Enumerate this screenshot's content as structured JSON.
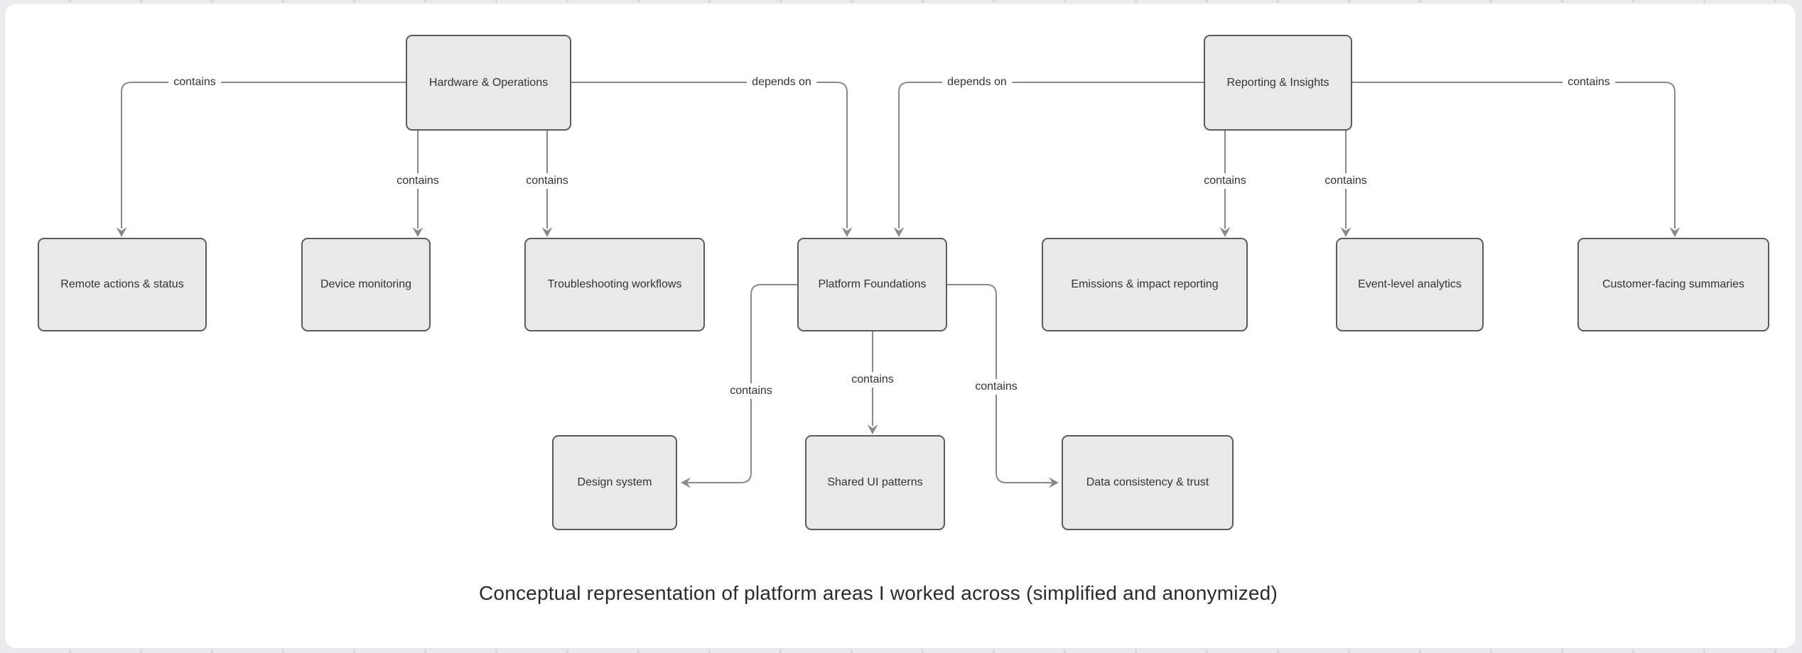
{
  "diagram": {
    "caption": "Conceptual representation of platform areas I worked across (simplified and anonymized)",
    "nodes": [
      {
        "id": "hardware-operations",
        "label": "Hardware & Operations"
      },
      {
        "id": "reporting-insights",
        "label": "Reporting & Insights"
      },
      {
        "id": "remote-actions-status",
        "label": "Remote actions & status"
      },
      {
        "id": "device-monitoring",
        "label": "Device monitoring"
      },
      {
        "id": "troubleshooting-workflows",
        "label": "Troubleshooting workflows"
      },
      {
        "id": "platform-foundations",
        "label": "Platform Foundations"
      },
      {
        "id": "emissions-impact-reporting",
        "label": "Emissions & impact reporting"
      },
      {
        "id": "event-level-analytics",
        "label": "Event-level analytics"
      },
      {
        "id": "customer-facing-summaries",
        "label": "Customer-facing summaries"
      },
      {
        "id": "design-system",
        "label": "Design system"
      },
      {
        "id": "shared-ui-patterns",
        "label": "Shared UI patterns"
      },
      {
        "id": "data-consistency-trust",
        "label": "Data consistency & trust"
      }
    ],
    "edges": [
      {
        "from": "hardware-operations",
        "to": "remote-actions-status",
        "label": "contains"
      },
      {
        "from": "hardware-operations",
        "to": "device-monitoring",
        "label": "contains"
      },
      {
        "from": "hardware-operations",
        "to": "troubleshooting-workflows",
        "label": "contains"
      },
      {
        "from": "hardware-operations",
        "to": "platform-foundations",
        "label": "depends on"
      },
      {
        "from": "reporting-insights",
        "to": "platform-foundations",
        "label": "depends on"
      },
      {
        "from": "reporting-insights",
        "to": "emissions-impact-reporting",
        "label": "contains"
      },
      {
        "from": "reporting-insights",
        "to": "event-level-analytics",
        "label": "contains"
      },
      {
        "from": "reporting-insights",
        "to": "customer-facing-summaries",
        "label": "contains"
      },
      {
        "from": "platform-foundations",
        "to": "design-system",
        "label": "contains"
      },
      {
        "from": "platform-foundations",
        "to": "shared-ui-patterns",
        "label": "contains"
      },
      {
        "from": "platform-foundations",
        "to": "data-consistency-trust",
        "label": "contains"
      }
    ],
    "colors": {
      "page_background": "#ececef",
      "card_background": "#ffffff",
      "card_border": "#e3e3e7",
      "node_fill": "#e9e9e9",
      "node_border": "#5b5b5b",
      "edge_line": "#8a8a8a",
      "text": "#333333"
    }
  }
}
